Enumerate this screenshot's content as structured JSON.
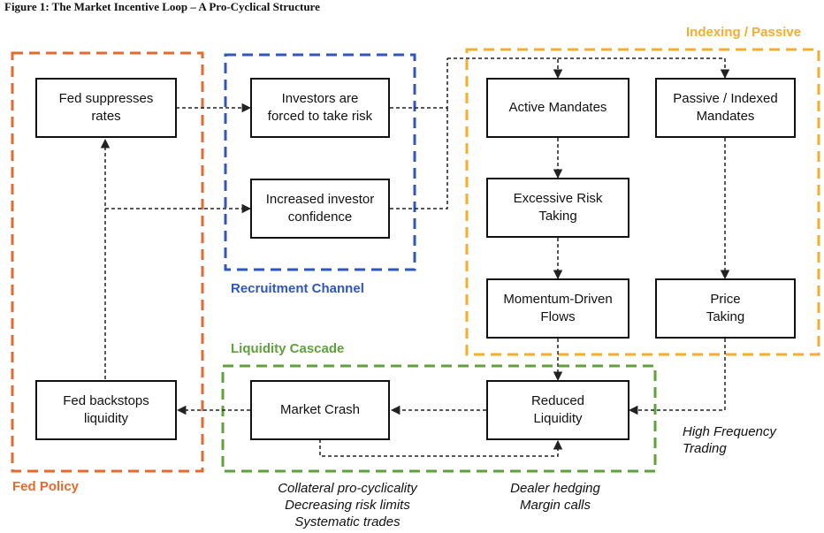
{
  "title": "Figure 1: The Market Incentive Loop – A Pro-Cyclical Structure",
  "colors": {
    "fed_policy": "#E56A2E",
    "recruitment": "#3056C0",
    "indexing": "#F2AE2E",
    "liquidity": "#5FA13B",
    "arrow": "#222222"
  },
  "groups": {
    "fed_policy": "Fed Policy",
    "recruitment": "Recruitment Channel",
    "indexing": "Indexing / Passive",
    "liquidity": "Liquidity Cascade"
  },
  "nodes": {
    "fed_suppresses": "Fed suppresses\nrates",
    "investors_forced": "Investors are\nforced to take risk",
    "increased_confidence": "Increased investor\nconfidence",
    "active_mandates": "Active Mandates",
    "passive_mandates": "Passive / Indexed\nMandates",
    "excessive_risk": "Excessive Risk\nTaking",
    "momentum_flows": "Momentum-Driven\nFlows",
    "price_taking": "Price\nTaking",
    "reduced_liquidity": "Reduced\nLiquidity",
    "market_crash": "Market Crash",
    "fed_backstops": "Fed backstops\nliquidity"
  },
  "notes": {
    "hft": "High Frequency\nTrading",
    "collateral": "Collateral pro-cyclicality\nDecreasing risk limits\nSystematic trades",
    "dealer": "Dealer hedging\nMargin calls"
  }
}
